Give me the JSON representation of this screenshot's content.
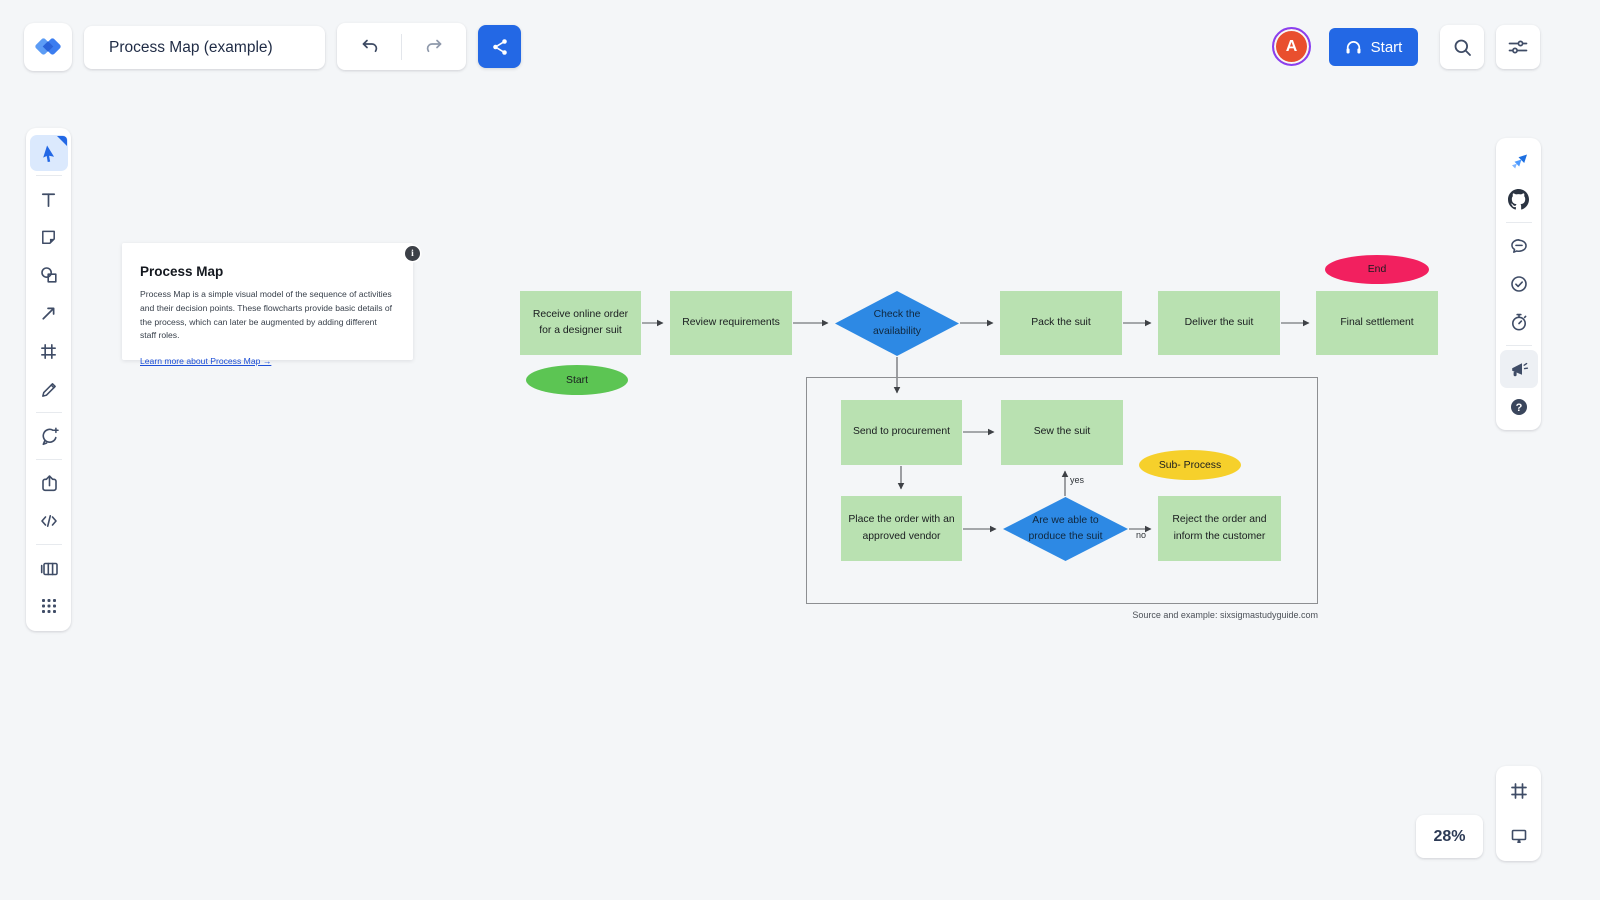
{
  "colors": {
    "accent_blue": "#2368e5",
    "process_green": "#b9e1b1",
    "decision_blue": "#2d89e4",
    "start_green": "#5cc553",
    "end_pink": "#f2205f",
    "subprocess_yellow": "#f6d02b",
    "canvas_bg": "#f4f6f8"
  },
  "header": {
    "doc_title": "Process Map (example)",
    "undo_tooltip": "Undo",
    "redo_tooltip": "Redo",
    "share_tooltip": "Share",
    "avatar_initial": "A",
    "start_label": "Start",
    "search_tooltip": "Search",
    "settings_tooltip": "Preferences"
  },
  "left_toolbar": {
    "items": [
      "Select",
      "Text",
      "Sticky note",
      "Shapes",
      "Connector",
      "Frame",
      "Draw",
      "Add comment",
      "Export",
      "Embed code",
      "Table",
      "More apps"
    ]
  },
  "right_toolbar": {
    "items": [
      "Jira",
      "GitHub",
      "Comments",
      "Tasks",
      "Timer",
      "Announcements",
      "Help"
    ]
  },
  "info_card": {
    "title": "Process Map",
    "badge": "i",
    "body": "Process Map is a simple visual model of the sequence of activities and their decision points. These flowcharts provide basic details of the process, which can later be augmented by adding different staff roles.",
    "link": "Learn more about Process Map →"
  },
  "flowchart": {
    "nodes": {
      "receive": "Receive online order for a designer suit",
      "review": "Review requirements",
      "check_availability": "Check the availability",
      "pack": "Pack the suit",
      "deliver": "Deliver the suit",
      "final_settlement": "Final settlement",
      "start": "Start",
      "end": "End",
      "send_procurement": "Send to procurement",
      "sew": "Sew the suit",
      "sub_process": "Sub- Process",
      "place_order": "Place the order with an approved vendor",
      "able_produce": "Are we able to produce the suit",
      "reject": "Reject the order and inform the customer"
    },
    "edge_labels": {
      "yes": "yes",
      "no": "no"
    },
    "source_caption": "Source and example: sixsigmastudyguide.com"
  },
  "footer": {
    "zoom_level": "28%",
    "frames_tooltip": "Frames",
    "present_tooltip": "Present"
  }
}
